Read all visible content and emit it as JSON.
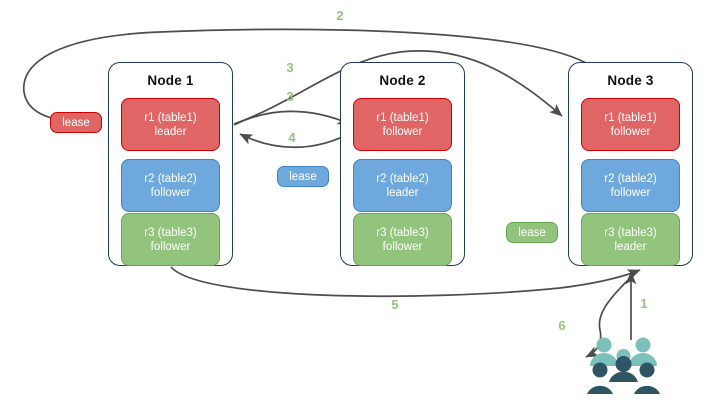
{
  "diagram": {
    "title": "",
    "colors": {
      "red_fill": "#e06666",
      "red_stroke": "#cc0000",
      "blue_fill": "#6fa8dc",
      "blue_stroke": "#3d85c6",
      "green_fill": "#93c47d",
      "green_stroke": "#6aa84f",
      "node_border": "#1f3864",
      "edge": "#4d4d4d",
      "label": "#93c47d",
      "people_light": "#76b3ae",
      "people_mid": "#7fc0bb",
      "people_dark": "#2f5463"
    }
  },
  "nodes": [
    {
      "id": "node1",
      "title": "Node 1",
      "replicas": [
        {
          "name": "r1 (table1)",
          "role": "leader",
          "color": "red"
        },
        {
          "name": "r2 (table2)",
          "role": "follower",
          "color": "blue"
        },
        {
          "name": "r3 (table3)",
          "role": "follower",
          "color": "green"
        }
      ]
    },
    {
      "id": "node2",
      "title": "Node 2",
      "replicas": [
        {
          "name": "r1 (table1)",
          "role": "follower",
          "color": "red"
        },
        {
          "name": "r2 (table2)",
          "role": "leader",
          "color": "blue"
        },
        {
          "name": "r3 (table3)",
          "role": "follower",
          "color": "green"
        }
      ]
    },
    {
      "id": "node3",
      "title": "Node 3",
      "replicas": [
        {
          "name": "r1 (table1)",
          "role": "follower",
          "color": "red"
        },
        {
          "name": "r2 (table2)",
          "role": "follower",
          "color": "blue"
        },
        {
          "name": "r3 (table3)",
          "role": "leader",
          "color": "green"
        }
      ]
    }
  ],
  "leases": [
    {
      "id": "lease-red",
      "label": "lease",
      "color": "red"
    },
    {
      "id": "lease-blue",
      "label": "lease",
      "color": "blue"
    },
    {
      "id": "lease-green",
      "label": "lease",
      "color": "green"
    }
  ],
  "edge_labels": [
    {
      "id": "step-1",
      "text": "1"
    },
    {
      "id": "step-2",
      "text": "2"
    },
    {
      "id": "step-3a",
      "text": "3"
    },
    {
      "id": "step-3b",
      "text": "3"
    },
    {
      "id": "step-4",
      "text": "4"
    },
    {
      "id": "step-5",
      "text": "5"
    },
    {
      "id": "step-6",
      "text": "6"
    }
  ],
  "actor": {
    "name": "clients-people-icon"
  }
}
